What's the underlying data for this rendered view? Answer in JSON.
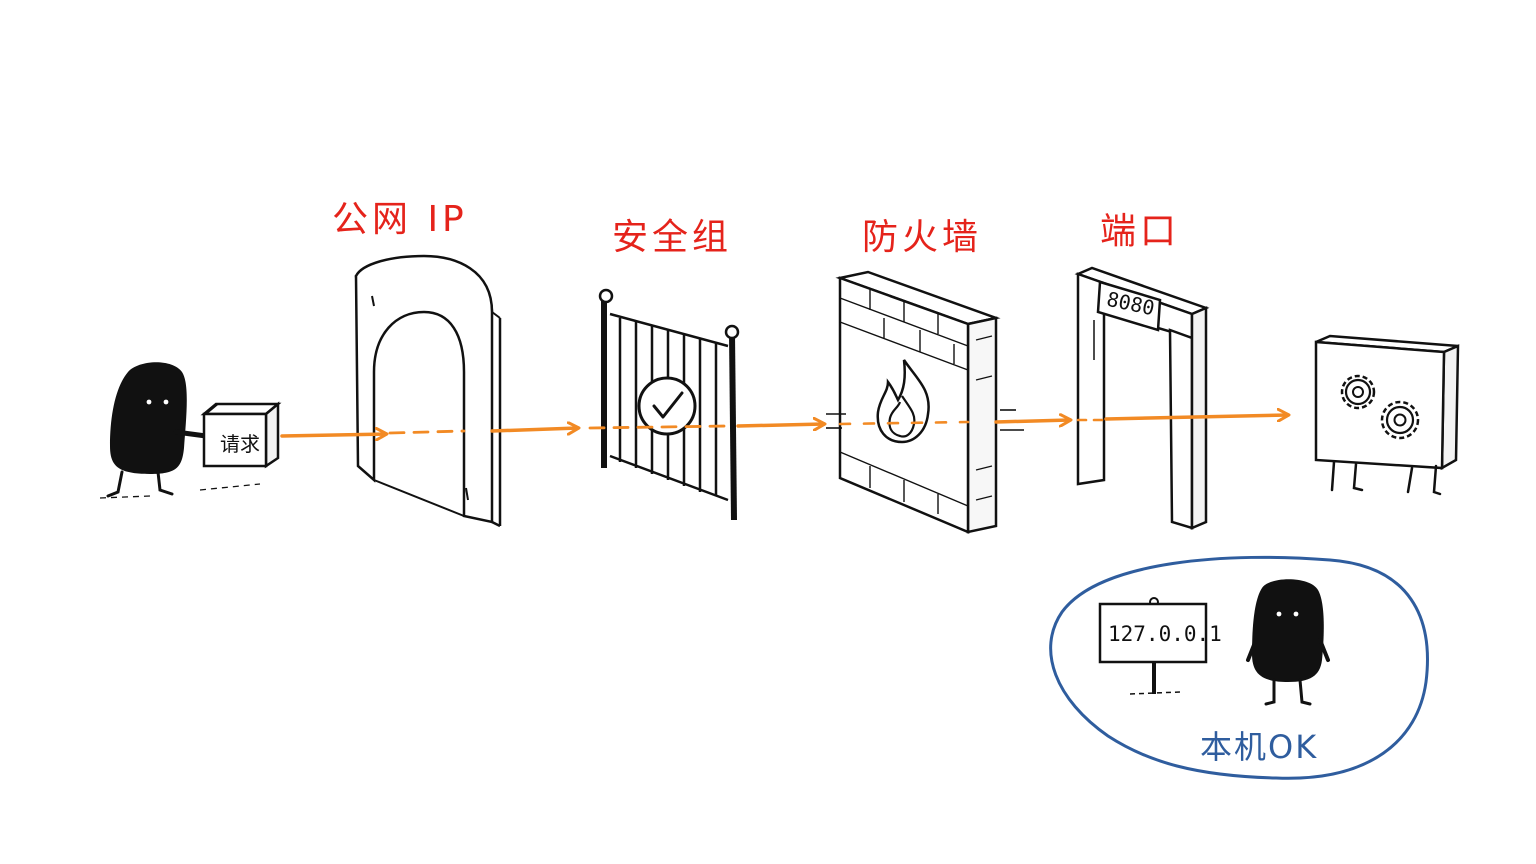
{
  "stages": [
    {
      "label": "公网 IP"
    },
    {
      "label": "安全组"
    },
    {
      "label": "防火墙"
    },
    {
      "label": "端口"
    }
  ],
  "request_box_label": "请求",
  "port_sign": "8080",
  "localhost_sign": "127.0.0.1",
  "localhost_caption": "本机OK",
  "colors": {
    "arrow": "#f28a24",
    "stage_label": "#e5231b",
    "local_outline": "#2f5d9e",
    "ink": "#111111"
  },
  "icons": [
    "person-icon",
    "box-icon",
    "arch-icon",
    "gate-icon",
    "check-icon",
    "wall-icon",
    "fire-icon",
    "door-frame-icon",
    "server-icon",
    "gear-icon",
    "signpost-icon"
  ]
}
